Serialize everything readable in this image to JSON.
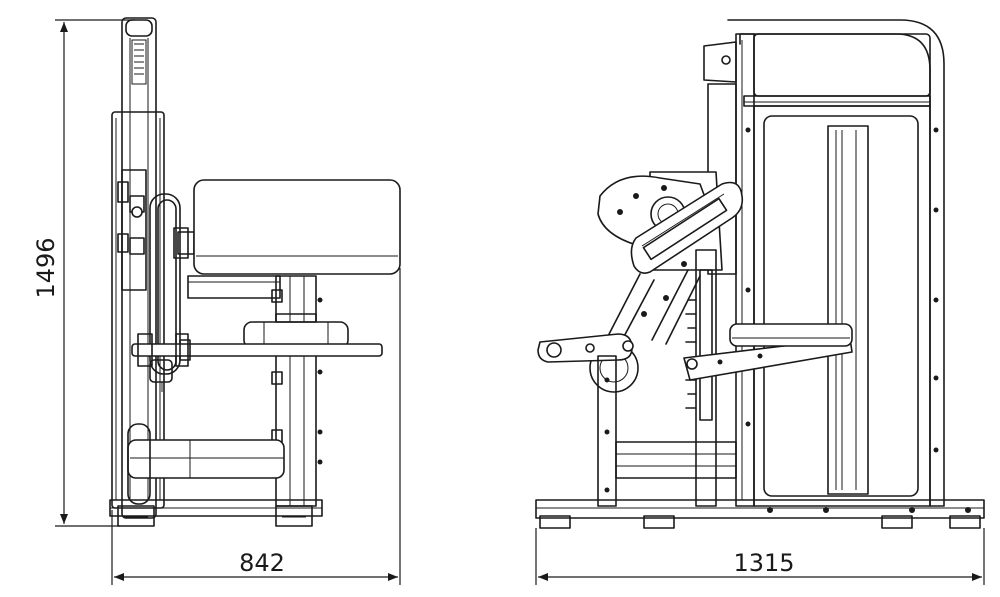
{
  "dimensions": {
    "height": "1496",
    "left_width": "842",
    "right_width": "1315"
  },
  "colors": {
    "line": "#1a1a1a",
    "background": "#ffffff"
  }
}
